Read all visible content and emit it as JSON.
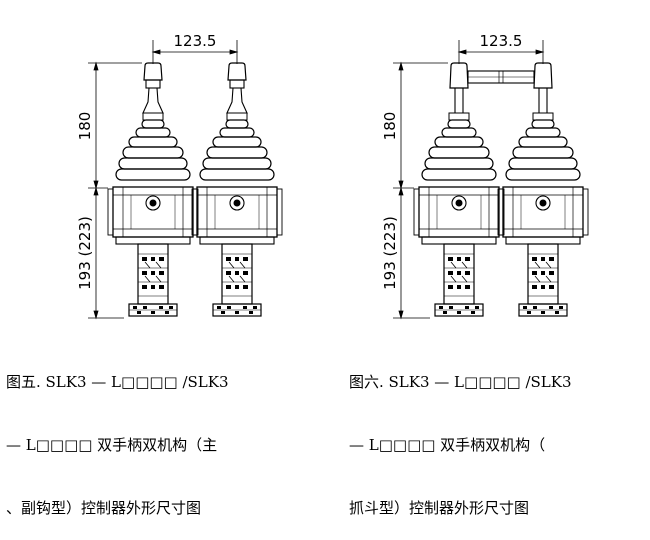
{
  "figures": [
    {
      "id": "figure-5",
      "dimensions": {
        "width": "123.5",
        "top_height": "180",
        "bottom_height": "193 (223)"
      },
      "caption": [
        "图五. SLK3 — L□□□□ /SLK3",
        "— L□□□□ 双手柄双机构（主",
        "、副钩型）控制器外形尺寸图"
      ],
      "handle_type": "independent"
    },
    {
      "id": "figure-6",
      "dimensions": {
        "width": "123.5",
        "top_height": "180",
        "bottom_height": "193 (223)"
      },
      "caption": [
        "图六. SLK3 — L□□□□ /SLK3",
        "— L□□□□ 双手柄双机构（",
        "抓斗型）控制器外形尺寸图"
      ],
      "handle_type": "linked"
    }
  ]
}
